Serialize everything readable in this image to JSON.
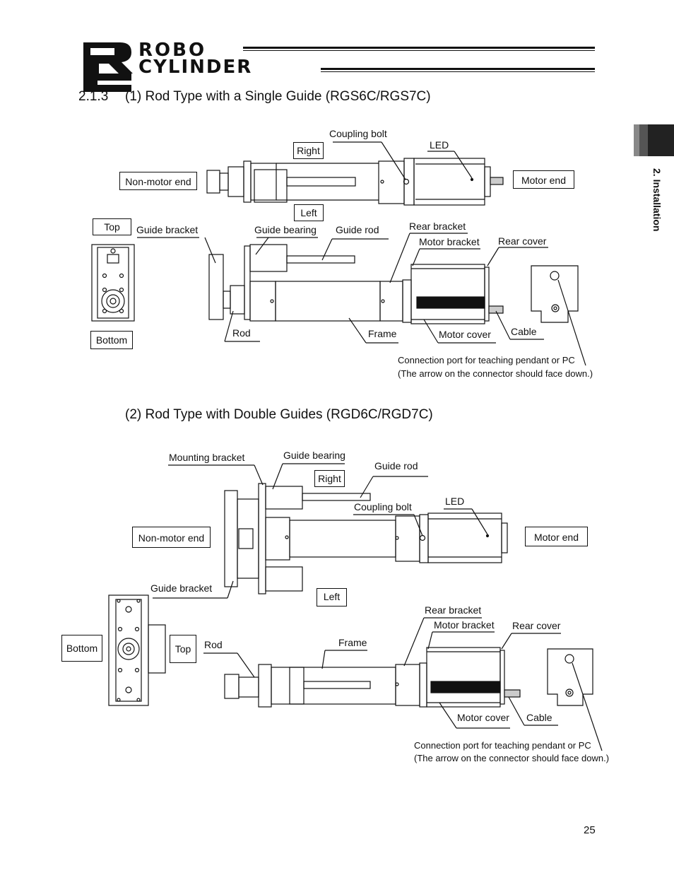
{
  "header": {
    "logo_letters": "RC",
    "logo_line1": "ROBO",
    "logo_line2": "CYLINDER"
  },
  "side_tab": {
    "label": "2. Installation"
  },
  "section1": {
    "title_number": "2.1.3",
    "title_text": "(1) Rod Type with a Single Guide (RGS6C/RGS7C)",
    "labels": {
      "coupling_bolt": "Coupling bolt",
      "led": "LED",
      "right": "Right",
      "left": "Left",
      "non_motor_end": "Non-motor end",
      "motor_end": "Motor end",
      "top": "Top",
      "bottom": "Bottom",
      "guide_bracket": "Guide bracket",
      "guide_bearing": "Guide bearing",
      "guide_rod": "Guide rod",
      "rear_bracket": "Rear bracket",
      "motor_bracket": "Motor bracket",
      "rear_cover": "Rear cover",
      "rod": "Rod",
      "frame": "Frame",
      "motor_cover": "Motor cover",
      "cable": "Cable",
      "note_line1": "Connection port for teaching pendant or PC",
      "note_line2": "(The arrow on the connector should face down.)"
    }
  },
  "section2": {
    "title_text": "(2) Rod Type with Double Guides (RGD6C/RGD7C)",
    "labels": {
      "mounting_bracket": "Mounting bracket",
      "guide_bearing": "Guide bearing",
      "guide_rod": "Guide rod",
      "right": "Right",
      "coupling_bolt": "Coupling bolt",
      "led": "LED",
      "non_motor_end": "Non-motor end",
      "motor_end": "Motor end",
      "guide_bracket": "Guide bracket",
      "left": "Left",
      "rear_bracket": "Rear bracket",
      "motor_bracket": "Motor bracket",
      "rear_cover": "Rear cover",
      "bottom": "Bottom",
      "top": "Top",
      "rod": "Rod",
      "frame": "Frame",
      "motor_cover": "Motor cover",
      "cable": "Cable",
      "note_line1": "Connection port for teaching pendant or PC",
      "note_line2": "(The arrow on the connector should face down.)"
    }
  },
  "footer": {
    "page_number": "25"
  }
}
